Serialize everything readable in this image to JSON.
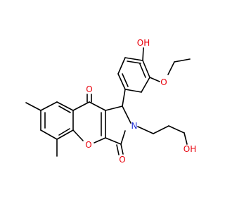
{
  "molecule": {
    "colors": {
      "bond": "#000000",
      "oxygen": "#e8000b",
      "nitrogen": "#1f2fd6"
    },
    "atom_labels": {
      "phenol_oh": "OH",
      "ether_o": "O",
      "ketone_o_top": "O",
      "ring_o": "O",
      "lactam_o": "O",
      "amide_n": "N",
      "chain_oh": "OH"
    }
  }
}
